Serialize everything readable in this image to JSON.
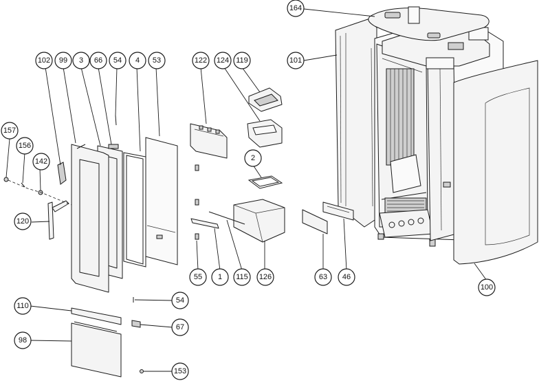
{
  "callouts": {
    "c164": "164",
    "c101": "101",
    "c100": "100",
    "c102": "102",
    "c99": "99",
    "c3": "3",
    "c66": "66",
    "c54a": "54",
    "c4": "4",
    "c53": "53",
    "c122": "122",
    "c124": "124",
    "c119": "119",
    "c2": "2",
    "c157": "157",
    "c156": "156",
    "c142": "142",
    "c120": "120",
    "c55": "55",
    "c1": "1",
    "c115": "115",
    "c126": "126",
    "c63": "63",
    "c46": "46",
    "c54b": "54",
    "c110": "110",
    "c67": "67",
    "c98": "98",
    "c153": "153"
  }
}
